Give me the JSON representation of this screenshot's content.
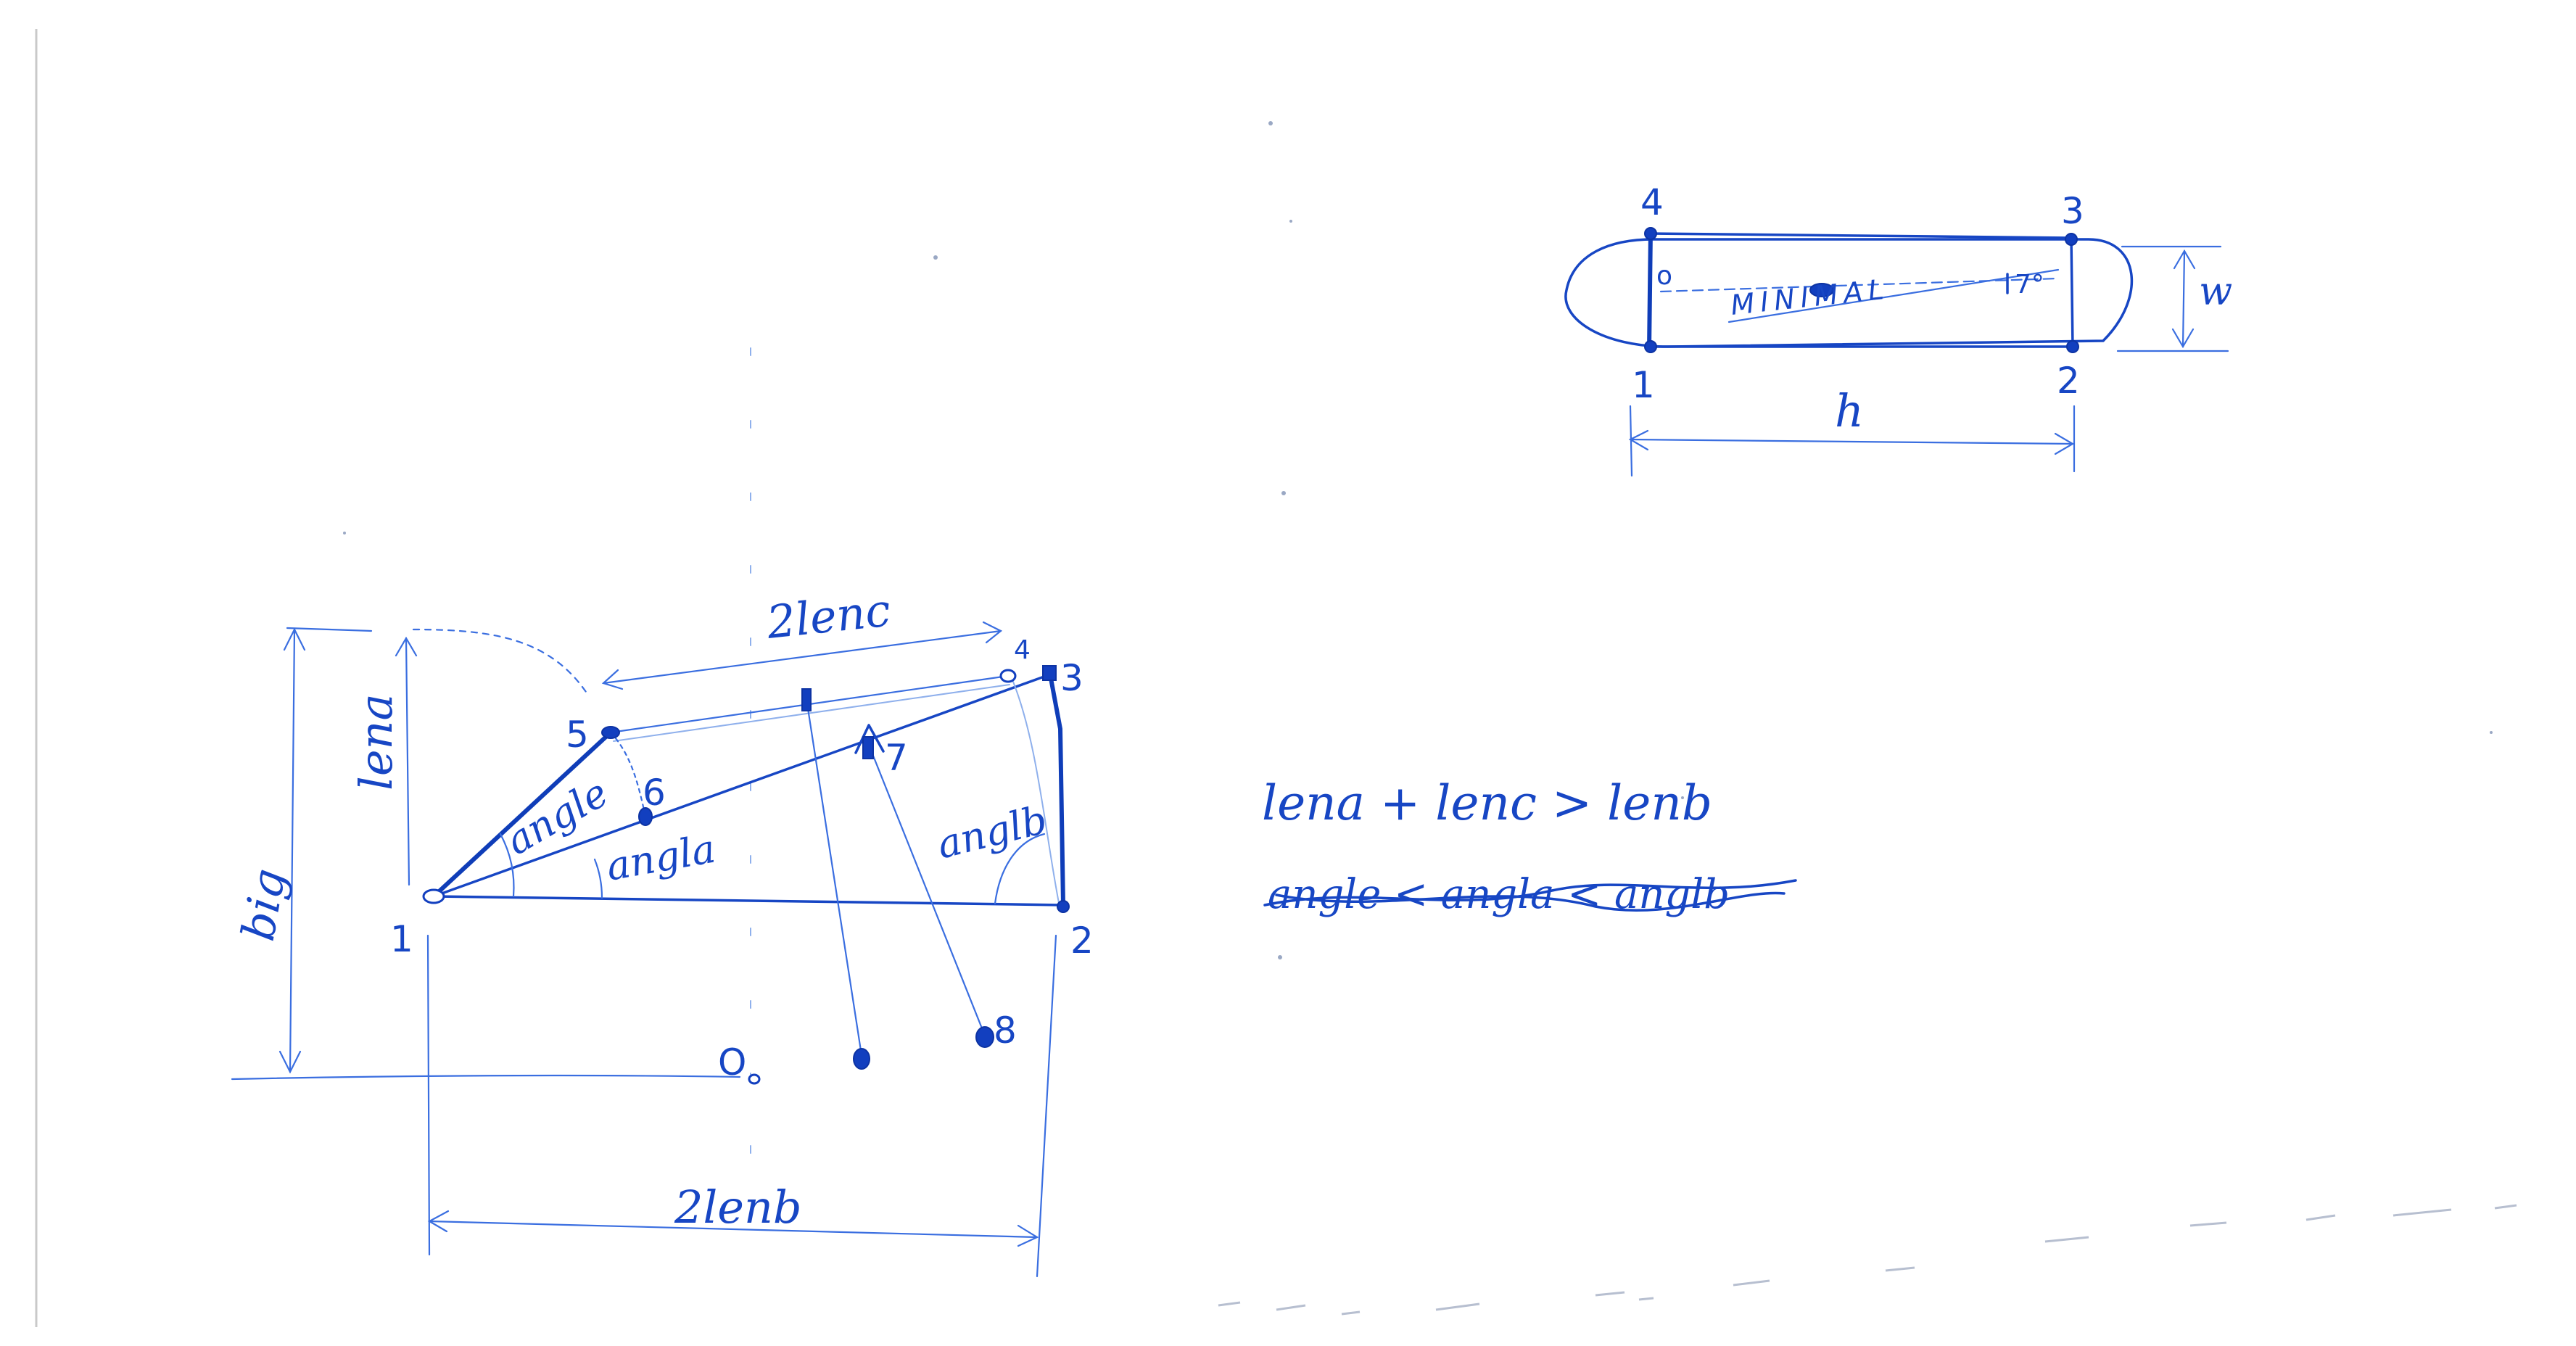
{
  "linkage_sketch": {
    "joint_labels": [
      "1",
      "2",
      "3",
      "4",
      "5",
      "6",
      "7",
      "8"
    ],
    "origin_label": "O",
    "dim_2lenc": "2lenc",
    "dim_lena": "lena",
    "dim_big": "big",
    "dim_2lenb": "2lenb",
    "angle_label_1": "angle",
    "angle_label_2": "angla",
    "angle_label_3": "anglb"
  },
  "platform_sketch": {
    "corner_labels": [
      "1",
      "2",
      "3",
      "4"
    ],
    "center_text": "MINIMAL",
    "angle_text": "7°",
    "width_label": "w",
    "length_label": "h",
    "left_marker": "o"
  },
  "notes": {
    "condition": "lena + lenc > lenb",
    "struck_text": "angle < angla < anglb"
  }
}
